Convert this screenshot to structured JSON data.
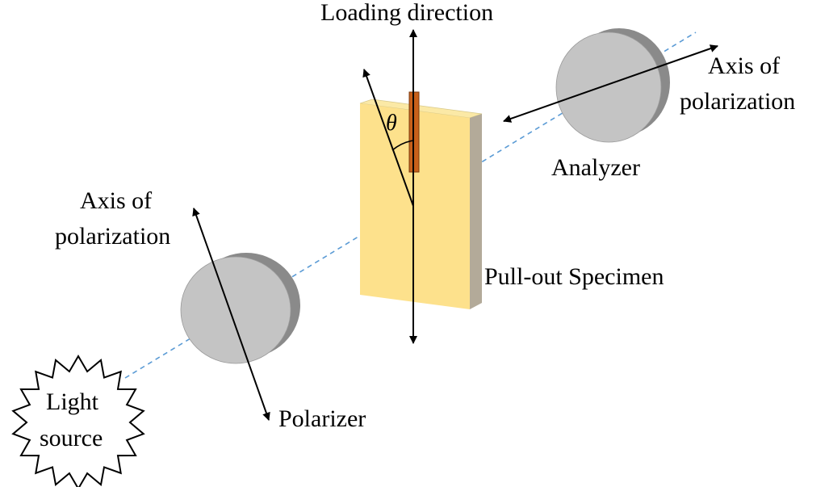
{
  "labels": {
    "loading_direction": "Loading direction",
    "axis_of_polarization_analyzer_line1": "Axis of",
    "axis_of_polarization_analyzer_line2": "polarization",
    "analyzer": "Analyzer",
    "axis_of_polarization_polarizer_line1": "Axis of",
    "axis_of_polarization_polarizer_line2": "polarization",
    "pull_out_specimen": "Pull-out Specimen",
    "polarizer": "Polarizer",
    "light_source_line1": "Light",
    "light_source_line2": "source",
    "angle_symbol": "θ"
  },
  "colors": {
    "specimen_face": "#fde18c",
    "specimen_top": "#fbe9a6",
    "specimen_side": "#b3aa99",
    "fiber": "#c8601a",
    "fiber_stroke": "#7a3a10",
    "disc_face": "#c4c4c4",
    "disc_rim": "#8a8a8a",
    "light_path": "#5b9bd5",
    "line": "#000000"
  }
}
